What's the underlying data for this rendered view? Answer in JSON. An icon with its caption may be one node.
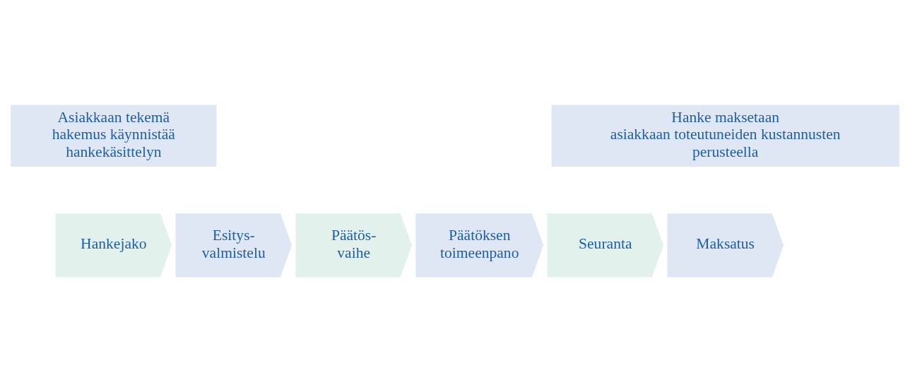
{
  "diagram": {
    "nodes": [
      {
        "text": [
          "Asiakkaan tekemä hakemus käynnistää hankekäsittelyn"
        ]
      },
      {
        "text": [
          "Hanke maksetaan asiakkaan toteutuneiden kustannusten perusteella"
        ]
      },
      {
        "text": [
          "Hankejako"
        ]
      },
      {
        "text": [
          "Esitys- valmistelu"
        ]
      },
      {
        "text": [
          "Päätös- vaihe"
        ]
      },
      {
        "text": [
          "Päätöksen toimeenpano"
        ]
      },
      {
        "text": [
          "Seuranta"
        ]
      },
      {
        "text": [
          "Maksatus"
        ]
      }
    ]
  }
}
